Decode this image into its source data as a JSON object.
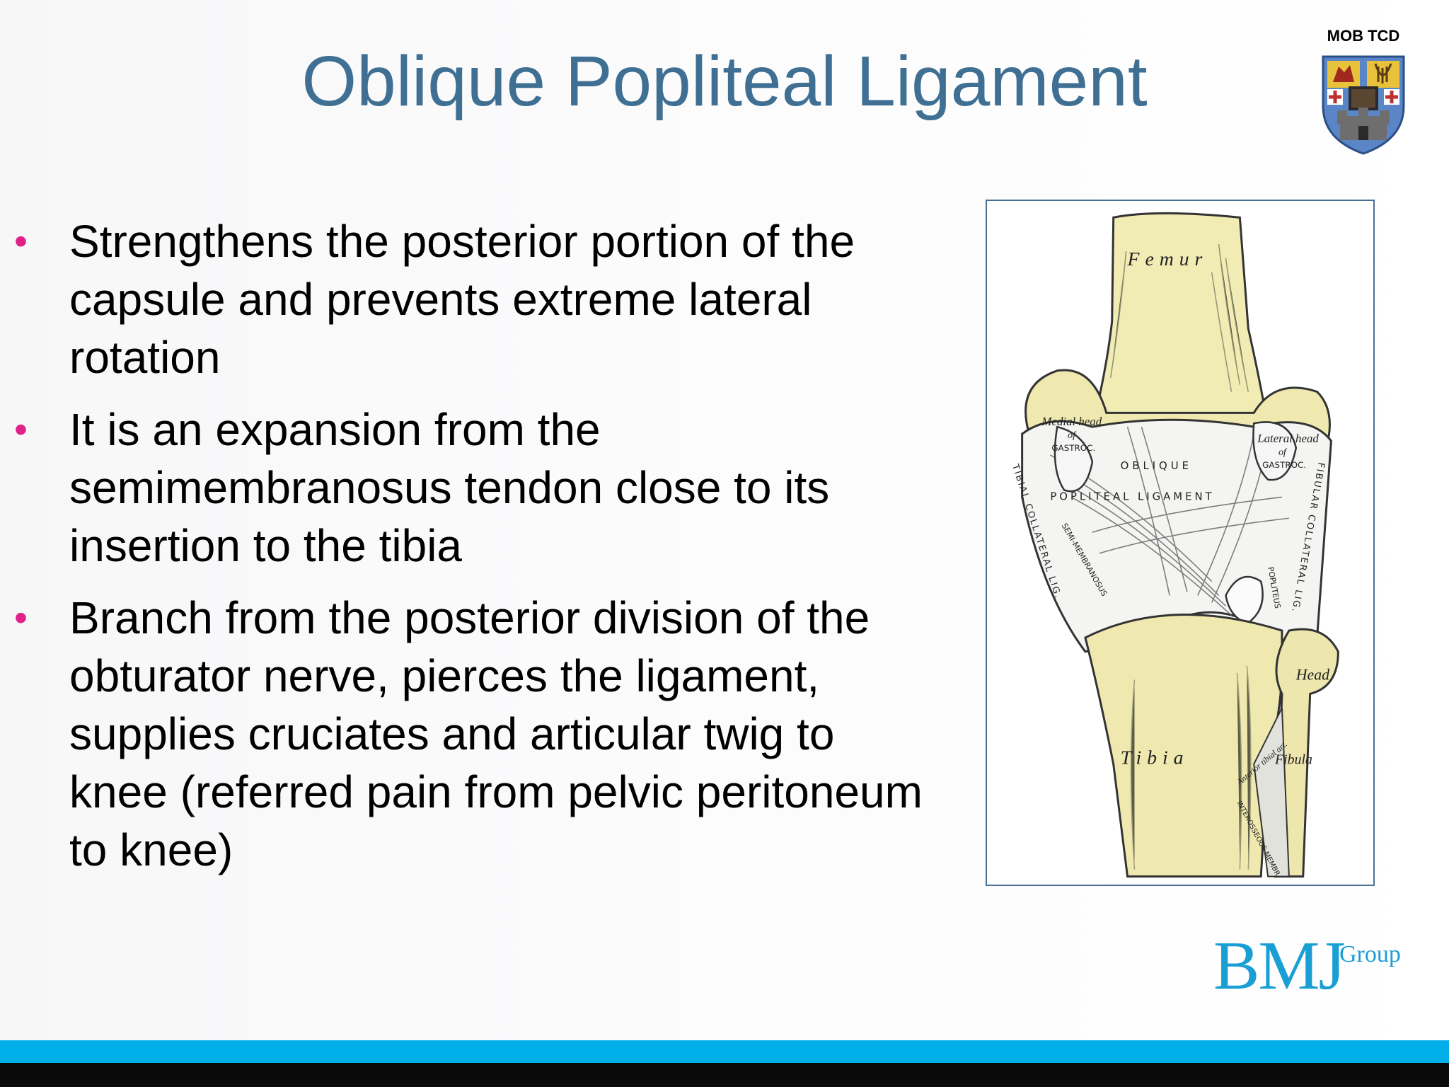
{
  "slide": {
    "title": "Oblique Popliteal Ligament",
    "badge": "MOB TCD",
    "bullets": [
      "Strengthens the posterior portion of the\ncapsule and prevents extreme lateral\nrotation",
      "It is an expansion from the\nsemimembranosus tendon close to its\ninsertion to the tibia",
      "Branch from the posterior division of the\nobturator nerve, pierces the ligament,\nsupplies cruciates and articular twig to\nknee (referred pain from pelvic peritoneum\nto knee)"
    ]
  },
  "figure": {
    "labels": {
      "femur": "Femur",
      "medial_head": "Medial head",
      "lateral_head": "Lateral head",
      "of": "of",
      "gastroc": "GASTROC.",
      "oblique": "OBLIQUE",
      "popliteal_ligament": "POPLITEAL LIGAMENT",
      "tibial_collateral": "TIBIAL COLLATERAL LIG.",
      "fibular_collateral": "FIBULAR COLLATERAL LIG.",
      "popliteus": "POPLITEUS",
      "semimembranosus": "SEMI-MEMBRANOSUS",
      "head": "Head",
      "tibia": "Tibia",
      "fibula": "Fibula",
      "anterior_tibial_art": "Anterior tibial art.",
      "interosseous": "INTEROSSEOUS MEMBR."
    }
  },
  "branding": {
    "logo_main": "BMJ",
    "logo_sub": "Group"
  },
  "colors": {
    "title": "#3f6f93",
    "bullet": "#e0218a",
    "footer_blue": "#00aee8",
    "footer_black": "#0a0a0a",
    "logo": "#1a9fd4"
  }
}
